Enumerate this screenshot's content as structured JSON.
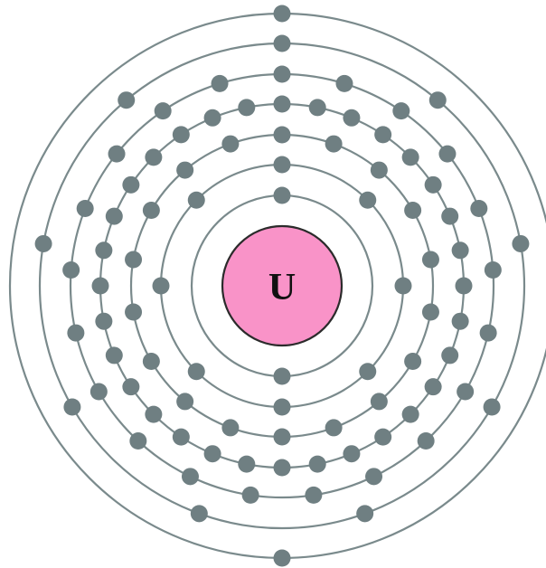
{
  "element": {
    "symbol": "U"
  },
  "shells": [
    {
      "electrons": 2
    },
    {
      "electrons": 8
    },
    {
      "electrons": 18
    },
    {
      "electrons": 32
    },
    {
      "electrons": 21
    },
    {
      "electrons": 9
    },
    {
      "electrons": 2
    }
  ],
  "colors": {
    "nucleus_fill": "#f993c8",
    "nucleus_stroke": "#2b2b2b",
    "shell_ring": "#7a8a8c",
    "electron": "#6f7f82",
    "background": "#ffffff"
  }
}
